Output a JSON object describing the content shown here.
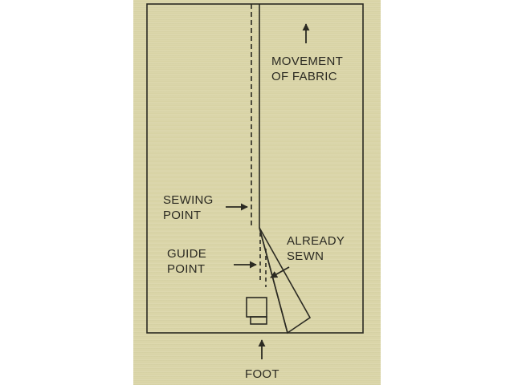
{
  "labels": {
    "movement": [
      "MOVEMENT",
      "OF FABRIC"
    ],
    "sewing_point": [
      "SEWING",
      "POINT"
    ],
    "guide_point": [
      "GUIDE",
      "POINT"
    ],
    "already_sewn": [
      "ALREADY",
      "SEWN"
    ],
    "foot": "FOOT"
  },
  "colors": {
    "background": "#d9d4a8",
    "line": "#2b2a22"
  }
}
